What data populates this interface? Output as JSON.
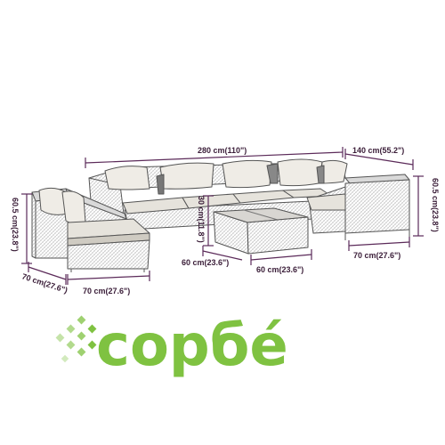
{
  "dimensions": {
    "total_width": "280 cm(110\")",
    "total_depth": "140 cm(55.2\")",
    "right_height": "60.5 cm(23.8\")",
    "seat_height": "30 cm(11.8\")",
    "right_width": "70 cm(27.6\")",
    "table_depth": "60 cm(23.6\")",
    "table_width": "60 cm(23.6\")",
    "left_height": "60.5 cm(23.8\")",
    "left_depth": "70 cm(27.6\")",
    "left_width": "70 cm(27.6\")"
  },
  "brand": {
    "name": "сорбé"
  },
  "colors": {
    "dimension_line": "#5b2a59",
    "brand": "#7fc241",
    "furniture_stroke": "#555555"
  }
}
